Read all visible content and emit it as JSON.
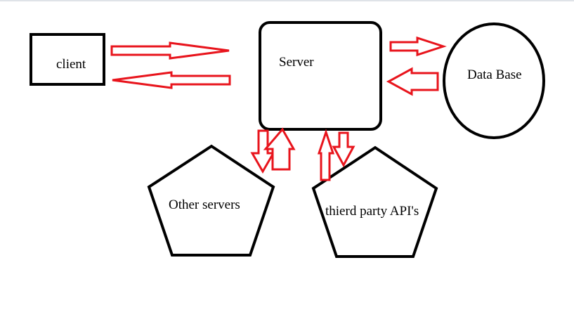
{
  "diagram": {
    "nodes": {
      "client": {
        "label": "client"
      },
      "server": {
        "label": "Server"
      },
      "database": {
        "label": "Data Base"
      },
      "other_servers": {
        "label": "Other servers"
      },
      "third_party": {
        "label": "thierd party API's"
      }
    },
    "connections": [
      {
        "from": "client",
        "to": "server"
      },
      {
        "from": "server",
        "to": "client"
      },
      {
        "from": "server",
        "to": "database"
      },
      {
        "from": "database",
        "to": "server"
      },
      {
        "from": "server",
        "to": "other_servers"
      },
      {
        "from": "other_servers",
        "to": "server"
      },
      {
        "from": "third_party",
        "to": "server"
      },
      {
        "from": "server",
        "to": "third_party"
      }
    ],
    "colors": {
      "node_stroke": "#000000",
      "arrow_stroke": "#e8141c",
      "arrow_fill": "#ffffff"
    }
  }
}
